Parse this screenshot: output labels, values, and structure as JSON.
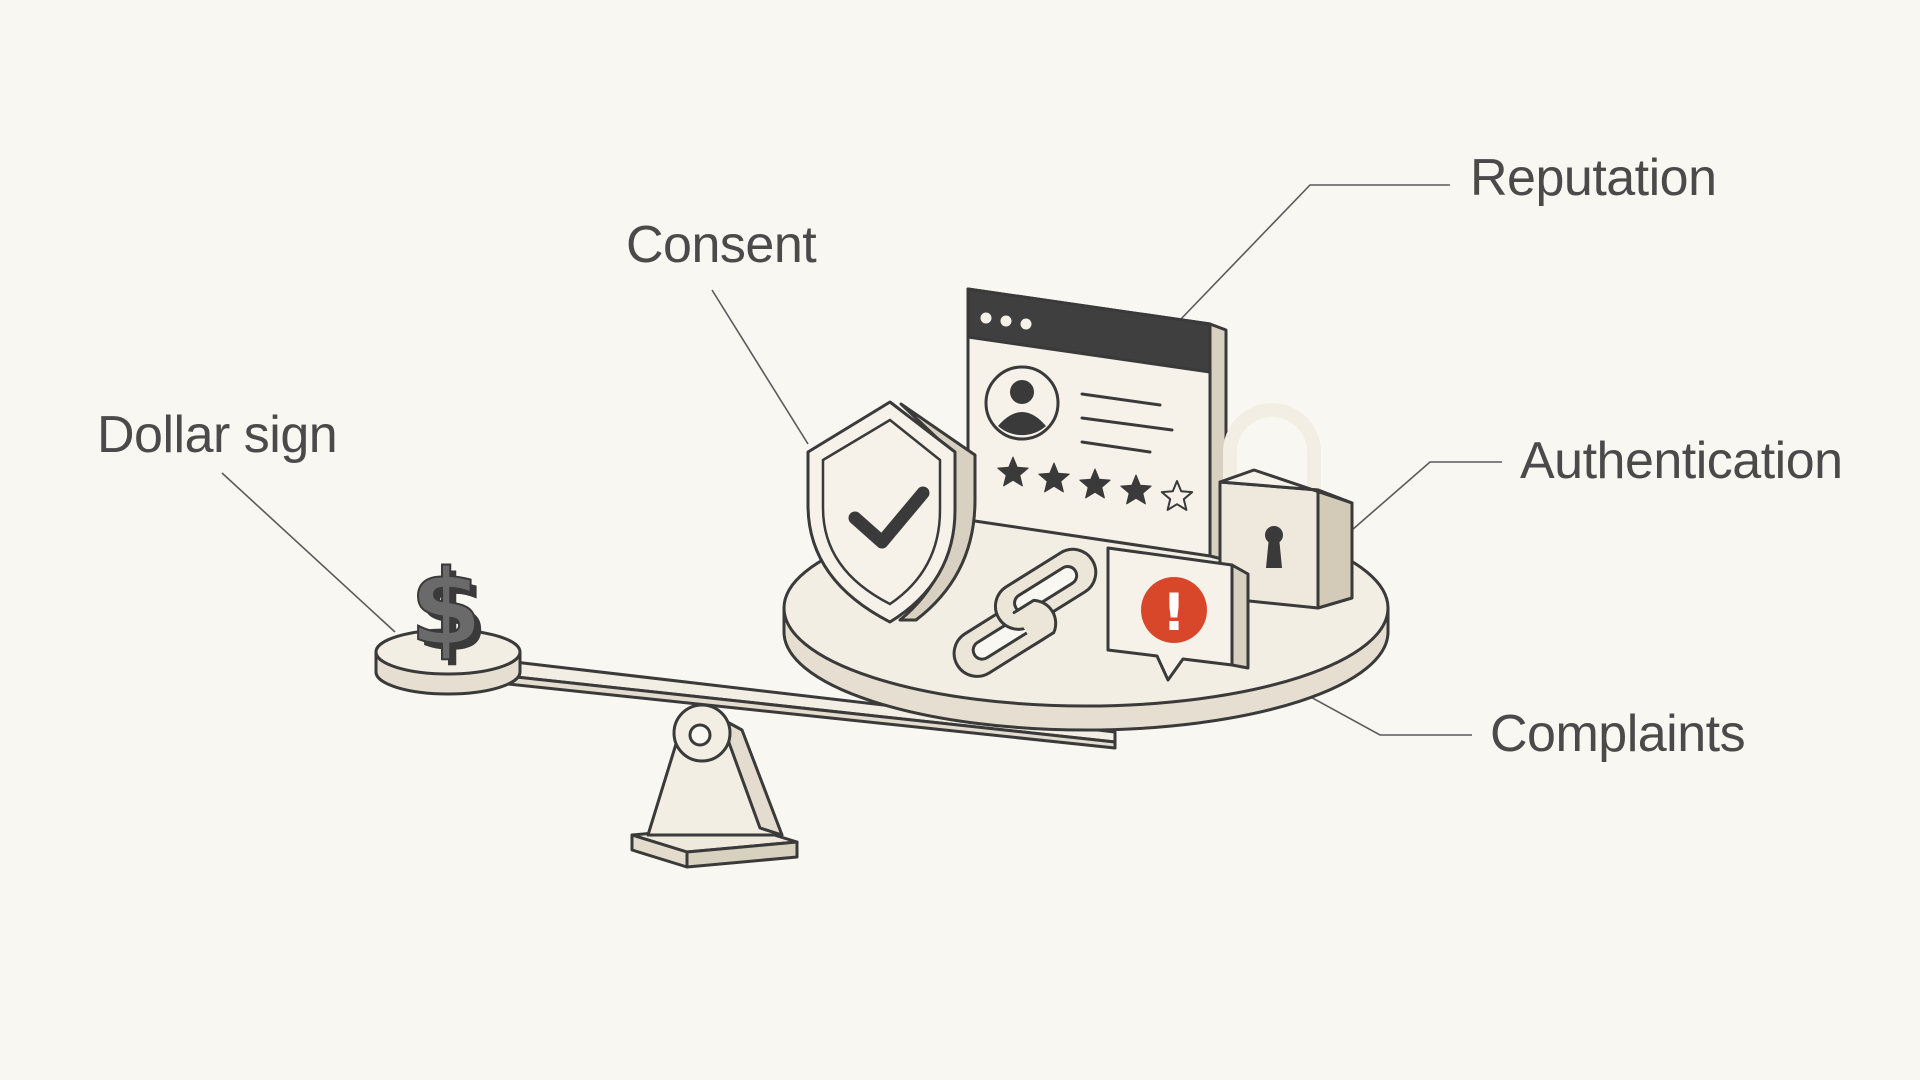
{
  "labels": {
    "dollar": "Dollar sign",
    "consent": "Consent",
    "reputation": "Reputation",
    "authentication": "Authentication",
    "complaints": "Complaints"
  },
  "dollar_glyph": "$",
  "alert_glyph": "!",
  "rating": {
    "filled": 4,
    "total": 5
  },
  "colors": {
    "background": "#f9f7f2",
    "surface": "#f3eee4",
    "ink": "#3a3a3a",
    "alert": "#d9472b"
  },
  "icons": [
    "dollar-sign-icon",
    "shield-check-icon",
    "browser-profile-icon",
    "padlock-icon",
    "chain-link-icon",
    "alert-bubble-icon"
  ]
}
